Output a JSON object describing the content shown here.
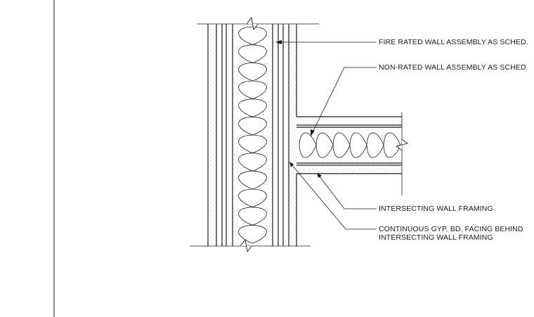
{
  "detail": {
    "callouts": [
      {
        "id": "fire-rated",
        "text": "FIRE RATED WALL ASSEMBLY AS SCHED."
      },
      {
        "id": "non-rated",
        "text": "NON-RATED WALL ASSEMBLY AS SCHED."
      },
      {
        "id": "framing",
        "text": "INTERSECTING WALL FRAMING"
      },
      {
        "id": "gyp-line1",
        "text": "CONTINUOUS GYP. BD. FACING BEHIND"
      },
      {
        "id": "gyp-line2",
        "text": "INTERSECTING WALL FRAMING"
      }
    ]
  },
  "colors": {
    "line": "#1a1a1a",
    "stipple": "#8a8a8a",
    "background": "#ffffff"
  }
}
